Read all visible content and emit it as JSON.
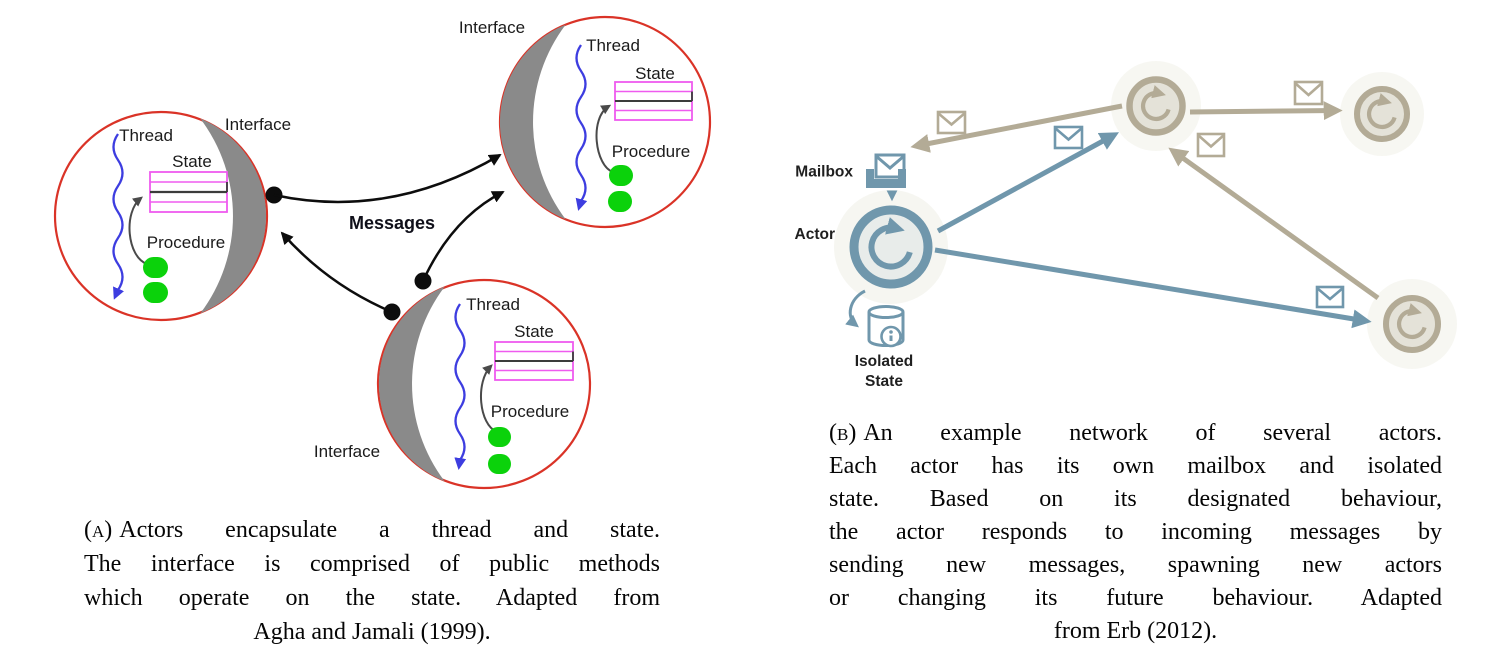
{
  "panel_a": {
    "diagram": {
      "interface_label": "Interface",
      "thread_label": "Thread",
      "state_label": "State",
      "procedure_label": "Procedure",
      "messages_label": "Messages",
      "colors": {
        "actor_boundary": "#da3327",
        "interface_crescent": "#8a8a8a",
        "thread_arrow": "#3d3de0",
        "state_table": "#ef5bef",
        "procedure_oval": "#0bd20b",
        "message_arrow": "#0d0d0d"
      }
    },
    "caption": {
      "label": "(a)",
      "lines": [
        "Actors encapsulate a thread and state.",
        "The interface is comprised of public methods",
        "which operate on the state. Adapted from",
        "Agha and Jamali (1999)."
      ]
    }
  },
  "panel_b": {
    "diagram": {
      "mailbox_label": "Mailbox",
      "actor_label": "Actor",
      "isolated_label": "Isolated",
      "state_label": "State",
      "colors": {
        "primary_actor": "#7097ac",
        "peer_actor": "#b3ab96",
        "actor_fill_blue": "#e8ecea",
        "actor_fill_tan": "#e4e2d8"
      }
    },
    "caption": {
      "label": "(b)",
      "lines": [
        "An example network of several actors.",
        "Each actor has its own mailbox and isolated",
        "state. Based on its designated behaviour,",
        "the actor responds to incoming messages by",
        "sending new messages, spawning new actors",
        "or changing its future behaviour. Adapted",
        "from Erb (2012)."
      ]
    }
  }
}
